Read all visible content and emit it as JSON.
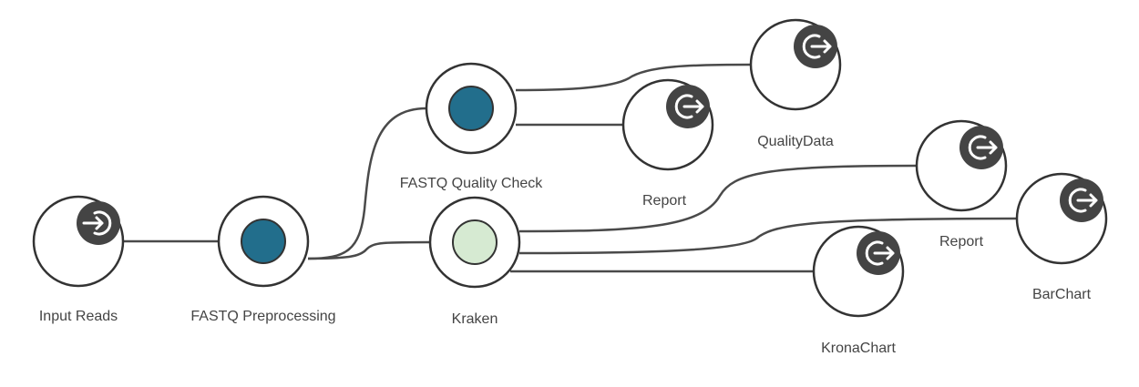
{
  "workflow": {
    "colors": {
      "node_border": "#333333",
      "edge": "#4a4a4a",
      "tool_blue": "#226e8c",
      "tool_green": "#d6ead2",
      "io_badge": "#444444"
    },
    "nodes": [
      {
        "id": "input_reads",
        "label": "Input Reads",
        "kind": "input",
        "icon": "input-icon"
      },
      {
        "id": "fastq_preprocessing",
        "label": "FASTQ Preprocessing",
        "kind": "tool",
        "status": "blue"
      },
      {
        "id": "fastq_quality_check",
        "label": "FASTQ Quality Check",
        "kind": "tool",
        "status": "blue"
      },
      {
        "id": "kraken",
        "label": "Kraken",
        "kind": "tool",
        "status": "green"
      },
      {
        "id": "quality_data",
        "label": "QualityData",
        "kind": "output",
        "icon": "output-icon"
      },
      {
        "id": "qc_report",
        "label": "Report",
        "kind": "output",
        "icon": "output-icon"
      },
      {
        "id": "kraken_report",
        "label": "Report",
        "kind": "output",
        "icon": "output-icon"
      },
      {
        "id": "bar_chart",
        "label": "BarChart",
        "kind": "output",
        "icon": "output-icon"
      },
      {
        "id": "krona_chart",
        "label": "KronaChart",
        "kind": "output",
        "icon": "output-icon"
      }
    ],
    "edges": [
      {
        "from": "input_reads",
        "to": "fastq_preprocessing"
      },
      {
        "from": "fastq_preprocessing",
        "to": "fastq_quality_check"
      },
      {
        "from": "fastq_preprocessing",
        "to": "kraken"
      },
      {
        "from": "fastq_quality_check",
        "to": "quality_data"
      },
      {
        "from": "fastq_quality_check",
        "to": "qc_report"
      },
      {
        "from": "kraken",
        "to": "kraken_report"
      },
      {
        "from": "kraken",
        "to": "bar_chart"
      },
      {
        "from": "kraken",
        "to": "krona_chart"
      }
    ]
  }
}
